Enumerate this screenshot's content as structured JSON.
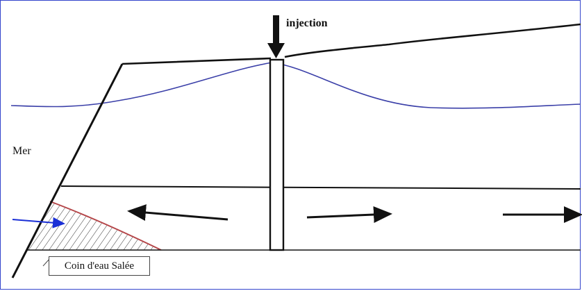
{
  "labels": {
    "injection": "injection",
    "sea": "Mer",
    "salt_wedge": "Coin d'eau Salée"
  },
  "colors": {
    "frame": "#3344cc",
    "water_table": "#3a3fa8",
    "salt_wedge_boundary": "#b5474a",
    "inflow_arrow": "#1a2fd6",
    "ground": "#111111"
  },
  "icons": {
    "injection_arrow": "arrow-down-icon",
    "flow_arrows": [
      "arrow-left-icon",
      "arrow-right-icon",
      "arrow-right-icon"
    ],
    "sea_inflow_arrow": "arrow-right-icon"
  }
}
